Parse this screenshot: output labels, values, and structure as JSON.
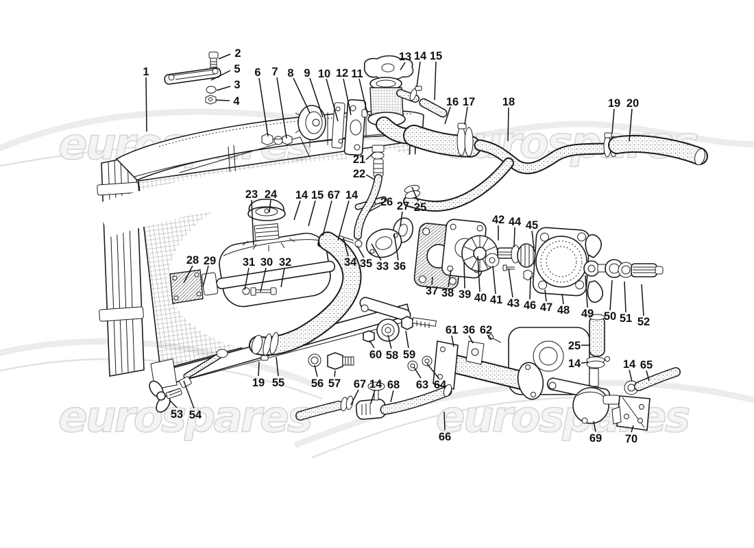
{
  "watermark": {
    "text": "eurospares"
  },
  "diagram": {
    "ink_color": "#1a1a1a",
    "background": "#ffffff",
    "callout_columns": [
      "label",
      "label_x",
      "label_y",
      "leader_x1",
      "leader_y1",
      "leader_x2",
      "leader_y2"
    ],
    "callouts": [
      [
        "1",
        213,
        104,
        213,
        113,
        214,
        192
      ],
      [
        "2",
        347,
        77,
        336,
        79,
        319,
        86
      ],
      [
        "5",
        346,
        100,
        336,
        103,
        308,
        117
      ],
      [
        "3",
        346,
        123,
        336,
        126,
        316,
        132
      ],
      [
        "4",
        345,
        147,
        335,
        147,
        315,
        146
      ],
      [
        "6",
        376,
        105,
        378,
        114,
        391,
        199
      ],
      [
        "7",
        401,
        104,
        404,
        113,
        418,
        202
      ],
      [
        "8",
        424,
        106,
        428,
        114,
        452,
        165
      ],
      [
        "9",
        448,
        106,
        452,
        114,
        471,
        171
      ],
      [
        "10",
        473,
        107,
        476,
        115,
        493,
        177
      ],
      [
        "12",
        499,
        106,
        501,
        115,
        512,
        168
      ],
      [
        "11",
        521,
        107,
        524,
        115,
        536,
        166
      ],
      [
        "13",
        591,
        82,
        591,
        91,
        584,
        102
      ],
      [
        "14",
        613,
        81,
        613,
        90,
        608,
        127
      ],
      [
        "15",
        636,
        81,
        636,
        90,
        634,
        146
      ],
      [
        "16",
        660,
        148,
        657,
        156,
        649,
        181
      ],
      [
        "17",
        684,
        148,
        682,
        156,
        678,
        182
      ],
      [
        "18",
        742,
        148,
        742,
        157,
        741,
        206
      ],
      [
        "19",
        896,
        150,
        896,
        159,
        893,
        195
      ],
      [
        "20",
        923,
        150,
        922,
        159,
        918,
        206
      ],
      [
        "21",
        524,
        232,
        534,
        233,
        545,
        223
      ],
      [
        "22",
        524,
        253,
        534,
        255,
        546,
        262
      ],
      [
        "23",
        367,
        283,
        367,
        292,
        370,
        358
      ],
      [
        "24",
        395,
        283,
        395,
        292,
        393,
        310
      ],
      [
        "14",
        440,
        284,
        438,
        293,
        429,
        321
      ],
      [
        "15",
        463,
        284,
        460,
        293,
        450,
        330
      ],
      [
        "67",
        487,
        284,
        484,
        293,
        471,
        344
      ],
      [
        "14",
        513,
        284,
        509,
        293,
        493,
        351
      ],
      [
        "26",
        564,
        294,
        555,
        300,
        538,
        309
      ],
      [
        "27",
        588,
        300,
        587,
        309,
        584,
        330
      ],
      [
        "25",
        613,
        302,
        610,
        294,
        601,
        273
      ],
      [
        "28",
        281,
        379,
        281,
        388,
        268,
        413
      ],
      [
        "29",
        306,
        380,
        304,
        388,
        296,
        419
      ],
      [
        "31",
        363,
        382,
        363,
        391,
        357,
        423
      ],
      [
        "30",
        389,
        382,
        388,
        391,
        380,
        426
      ],
      [
        "32",
        416,
        382,
        415,
        391,
        410,
        419
      ],
      [
        "34",
        511,
        382,
        508,
        374,
        501,
        347
      ],
      [
        "35",
        534,
        384,
        531,
        376,
        521,
        359
      ],
      [
        "33",
        558,
        388,
        556,
        380,
        542,
        356
      ],
      [
        "36",
        583,
        388,
        581,
        380,
        575,
        341
      ],
      [
        "42",
        727,
        320,
        727,
        329,
        727,
        351
      ],
      [
        "44",
        751,
        323,
        751,
        332,
        750,
        361
      ],
      [
        "45",
        776,
        328,
        776,
        337,
        779,
        362
      ],
      [
        "37",
        630,
        424,
        630,
        416,
        631,
        404
      ],
      [
        "38",
        653,
        427,
        654,
        419,
        658,
        394
      ],
      [
        "39",
        678,
        429,
        678,
        421,
        677,
        383
      ],
      [
        "40",
        701,
        434,
        700,
        426,
        697,
        374
      ],
      [
        "41",
        724,
        437,
        723,
        429,
        719,
        388
      ],
      [
        "43",
        749,
        442,
        748,
        434,
        742,
        392
      ],
      [
        "46",
        773,
        445,
        773,
        437,
        774,
        404
      ],
      [
        "47",
        797,
        448,
        797,
        440,
        795,
        423
      ],
      [
        "48",
        822,
        452,
        822,
        444,
        820,
        429
      ],
      [
        "49",
        857,
        457,
        857,
        449,
        854,
        402
      ],
      [
        "50",
        890,
        461,
        890,
        453,
        893,
        409
      ],
      [
        "51",
        913,
        464,
        913,
        456,
        911,
        411
      ],
      [
        "52",
        939,
        469,
        939,
        461,
        936,
        415
      ],
      [
        "53",
        258,
        604,
        258,
        595,
        247,
        584
      ],
      [
        "54",
        285,
        605,
        283,
        596,
        268,
        556
      ],
      [
        "19",
        377,
        558,
        377,
        549,
        378,
        528
      ],
      [
        "55",
        406,
        558,
        406,
        549,
        403,
        521
      ],
      [
        "56",
        463,
        559,
        463,
        550,
        459,
        533
      ],
      [
        "57",
        488,
        559,
        488,
        550,
        489,
        541
      ],
      [
        "60",
        548,
        517,
        546,
        508,
        539,
        497
      ],
      [
        "58",
        572,
        518,
        571,
        509,
        566,
        489
      ],
      [
        "59",
        597,
        517,
        596,
        508,
        592,
        483
      ],
      [
        "61",
        659,
        481,
        659,
        490,
        662,
        506
      ],
      [
        "36",
        684,
        481,
        684,
        490,
        690,
        501
      ],
      [
        "62",
        709,
        481,
        711,
        489,
        717,
        495
      ],
      [
        "63",
        616,
        561,
        614,
        552,
        604,
        536
      ],
      [
        "64",
        642,
        561,
        640,
        552,
        623,
        531
      ],
      [
        "67",
        525,
        560,
        523,
        569,
        512,
        591
      ],
      [
        "14",
        548,
        560,
        547,
        569,
        541,
        589
      ],
      [
        "68",
        574,
        561,
        574,
        570,
        570,
        587
      ],
      [
        "66",
        649,
        637,
        649,
        628,
        648,
        601
      ],
      [
        "25",
        838,
        504,
        848,
        504,
        861,
        504
      ],
      [
        "14",
        838,
        530,
        848,
        530,
        858,
        529
      ],
      [
        "14",
        918,
        531,
        918,
        540,
        922,
        557
      ],
      [
        "65",
        943,
        532,
        943,
        541,
        947,
        556
      ],
      [
        "69",
        869,
        639,
        869,
        630,
        866,
        615
      ],
      [
        "70",
        921,
        640,
        921,
        631,
        924,
        621
      ]
    ]
  }
}
